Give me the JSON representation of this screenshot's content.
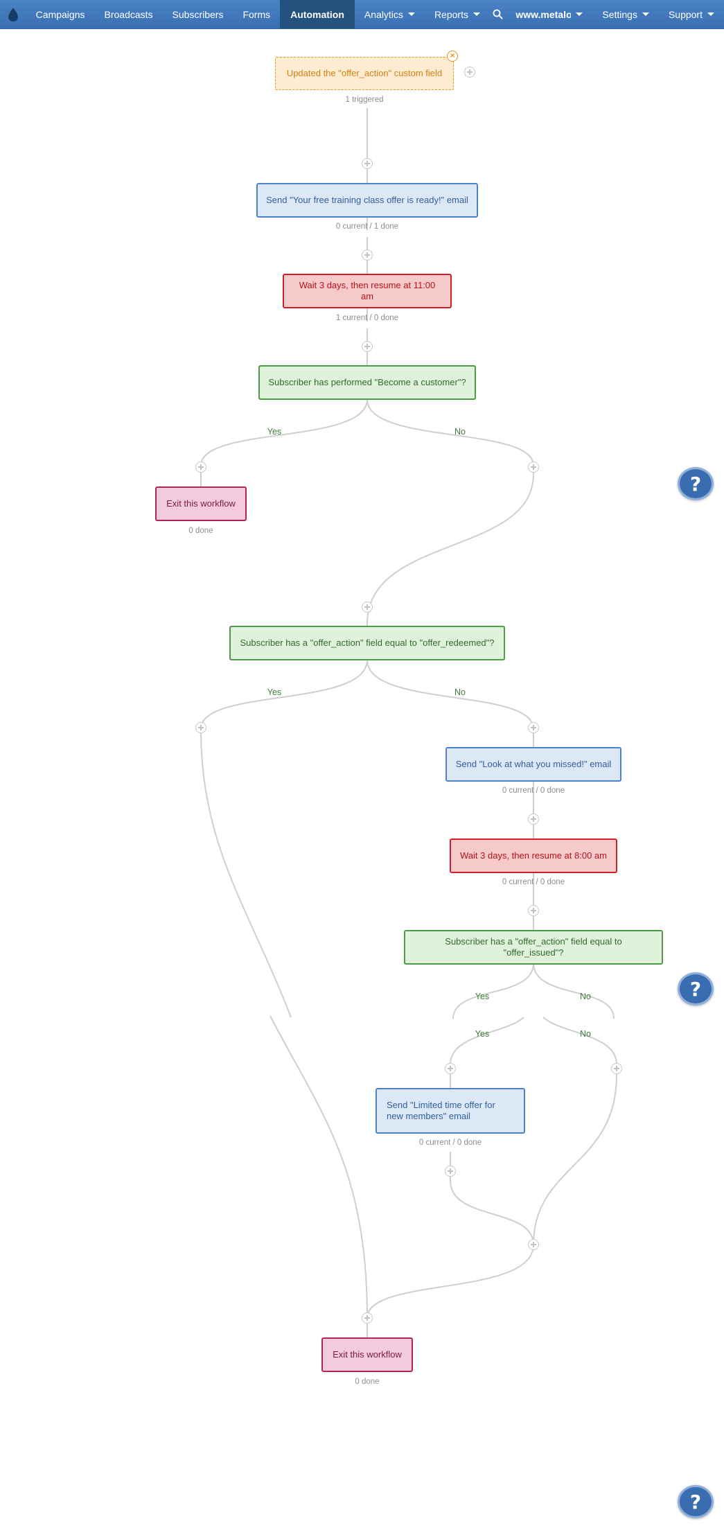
{
  "nav": {
    "items": [
      {
        "label": "Campaigns"
      },
      {
        "label": "Broadcasts"
      },
      {
        "label": "Subscribers"
      },
      {
        "label": "Forms"
      },
      {
        "label": "Automation"
      },
      {
        "label": "Analytics"
      },
      {
        "label": "Reports"
      },
      {
        "label": "www.metaloc"
      },
      {
        "label": "Settings"
      },
      {
        "label": "Support"
      }
    ],
    "active": "Automation",
    "logo_icon": "droplet-icon",
    "search_icon": "search-icon"
  },
  "workflow": {
    "trigger": {
      "label": "Updated the \"offer_action\" custom field",
      "stat": "1 triggered",
      "close": "×"
    },
    "email1": {
      "label": "Send \"Your free training class offer is ready!\" email",
      "stat": "0 current / 1 done"
    },
    "wait1": {
      "label": "Wait 3 days, then resume at 11:00 am",
      "stat": "1 current / 0 done"
    },
    "cond1": {
      "label": "Subscriber has performed \"Become a customer\"?",
      "yes": "Yes",
      "no": "No"
    },
    "exit1": {
      "label": "Exit this workflow",
      "stat": "0 done"
    },
    "cond2": {
      "label": "Subscriber has a \"offer_action\" field equal to \"offer_redeemed\"?",
      "yes": "Yes",
      "no": "No"
    },
    "email2": {
      "label": "Send \"Look at what you missed!\" email",
      "stat": "0 current / 0 done"
    },
    "wait2": {
      "label": "Wait 3 days, then resume at 8:00 am",
      "stat": "0 current / 0 done"
    },
    "cond3": {
      "label": "Subscriber has a \"offer_action\" field equal to \"offer_issued\"?",
      "yes": "Yes",
      "no": "No",
      "yes2": "Yes",
      "no2": "No"
    },
    "email3": {
      "label": "Send \"Limited time offer for new members\" email",
      "stat": "0 current / 0 done"
    },
    "exit2": {
      "label": "Exit this workflow",
      "stat": "0 done"
    }
  },
  "help": {
    "glyph": "?"
  },
  "colors": {
    "nav": "#3a6fb3",
    "trigger": "#e6951e",
    "email": "#4e82c8",
    "wait": "#d11f27",
    "condition": "#4c9a44",
    "exit": "#b0245a"
  }
}
